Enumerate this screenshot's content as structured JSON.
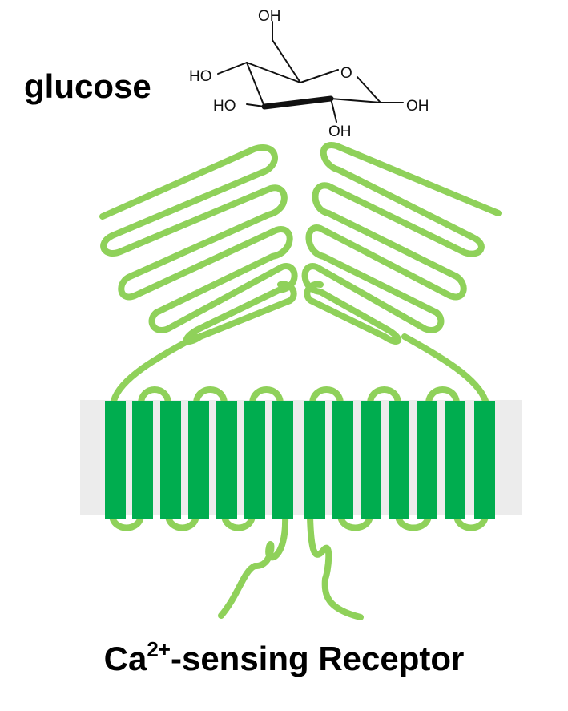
{
  "labels": {
    "ligand": "glucose",
    "title_prefix": "Ca",
    "title_superscript": "2+",
    "title_suffix": "-sensing Receptor"
  },
  "molecule": {
    "name": "glucose",
    "hydroxyl_labels": [
      "OH",
      "HO",
      "HO",
      "OH",
      "OH"
    ],
    "ring_oxygen": "O"
  },
  "receptor": {
    "extracellular_domain": "bilobed venus flytrap domain",
    "transmembrane_helices": 14,
    "colors": {
      "strand": "#8fd15a",
      "helix": "#00ad4f",
      "membrane": "#ececec",
      "text": "#000000"
    }
  }
}
